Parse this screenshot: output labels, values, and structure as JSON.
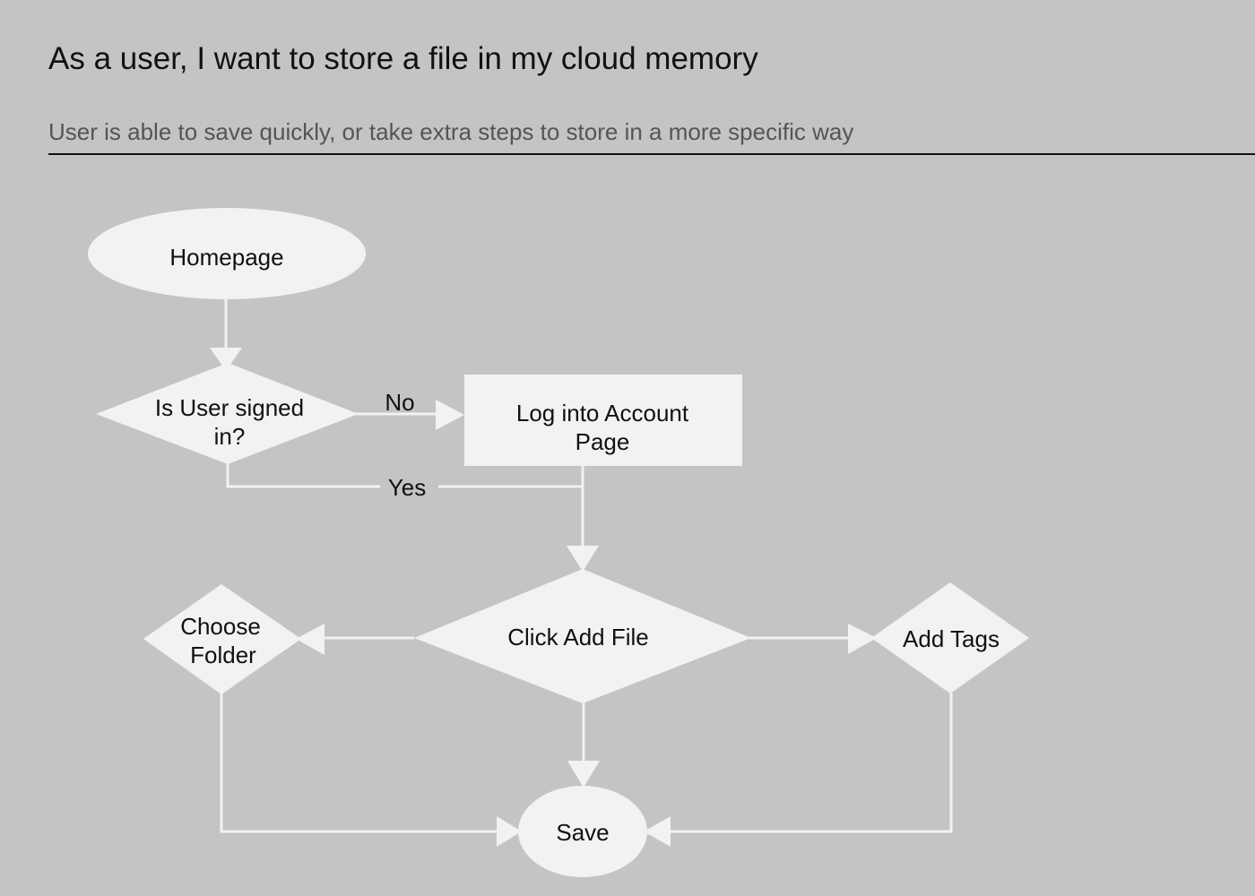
{
  "header": {
    "title": "As a user, I want to store a file in my cloud memory",
    "subtitle": "User is able to save quickly, or take extra steps to store in a more specific way"
  },
  "flowchart": {
    "nodes": {
      "homepage": {
        "label": "Homepage"
      },
      "signed_in": {
        "label_line1": "Is User signed",
        "label_line2": "in?"
      },
      "login": {
        "label_line1": "Log into Account",
        "label_line2": "Page"
      },
      "add_file": {
        "label": "Click Add File"
      },
      "choose_folder": {
        "label_line1": "Choose",
        "label_line2": "Folder"
      },
      "add_tags": {
        "label": "Add Tags"
      },
      "save": {
        "label": "Save"
      }
    },
    "edges": {
      "no_label": "No",
      "yes_label": "Yes"
    }
  },
  "colors": {
    "background": "#c4c4c4",
    "node_fill": "#f2f2f2",
    "connector": "#f2f2f2",
    "text": "#111111"
  }
}
